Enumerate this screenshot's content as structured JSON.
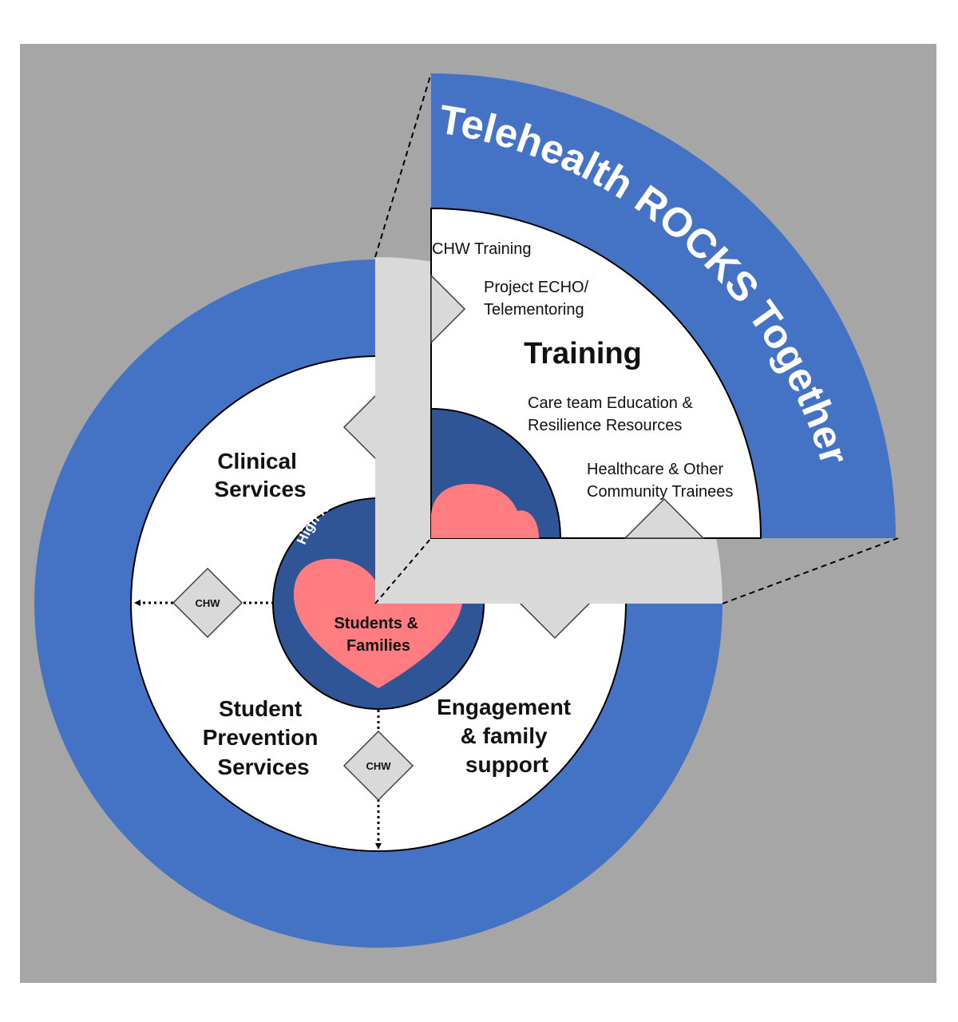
{
  "title": "Telehealth ROCKS Together",
  "center": {
    "arc_label": "High Need",
    "heart_label": [
      "Students &",
      "Families"
    ]
  },
  "sections": {
    "clinical": [
      "Clinical",
      "Services"
    ],
    "prevention": [
      "Student",
      "Prevention",
      "Services"
    ],
    "engagement": [
      "Engagement",
      "& family",
      "support"
    ]
  },
  "connector_label": "CHW",
  "training": {
    "heading": "Training",
    "items": {
      "chw_training": [
        "CHW Training"
      ],
      "project_echo": [
        "Project ECHO/",
        "Telementoring"
      ],
      "care_team": [
        "Care team Education &",
        "Resilience Resources"
      ],
      "community": [
        "Healthcare & Other",
        "Community Trainees"
      ]
    }
  },
  "colors": {
    "background": "#a6a6a6",
    "outer_ring": "#4472c4",
    "inner_dark": "#2f5597",
    "heart": "#ff7c80",
    "panel": "#d9d9d9",
    "diamond": "#d9d9d9",
    "white": "#ffffff"
  }
}
